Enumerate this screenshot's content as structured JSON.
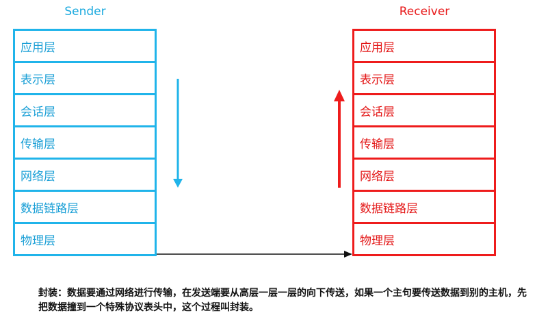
{
  "sender": {
    "title": "Sender",
    "layers": [
      "应用层",
      "表示层",
      "会话层",
      "传输层",
      "网络层",
      "数据链路层",
      "物理层"
    ]
  },
  "receiver": {
    "title": "Receiver",
    "layers": [
      "应用层",
      "表示层",
      "会话层",
      "传输层",
      "网络层",
      "数据链路层",
      "物理层"
    ]
  },
  "caption": {
    "label": "封装：",
    "text": "数据要通过网络进行传输，在发送端要从高层一层一层的向下传送，如果一个主句要传送数据到别的主机，先把数据撞到一个特殊协议表头中，这个过程叫封装。"
  },
  "colors": {
    "sender": "#20b4ea",
    "receiver": "#ee1c1c",
    "link": "#111111"
  }
}
